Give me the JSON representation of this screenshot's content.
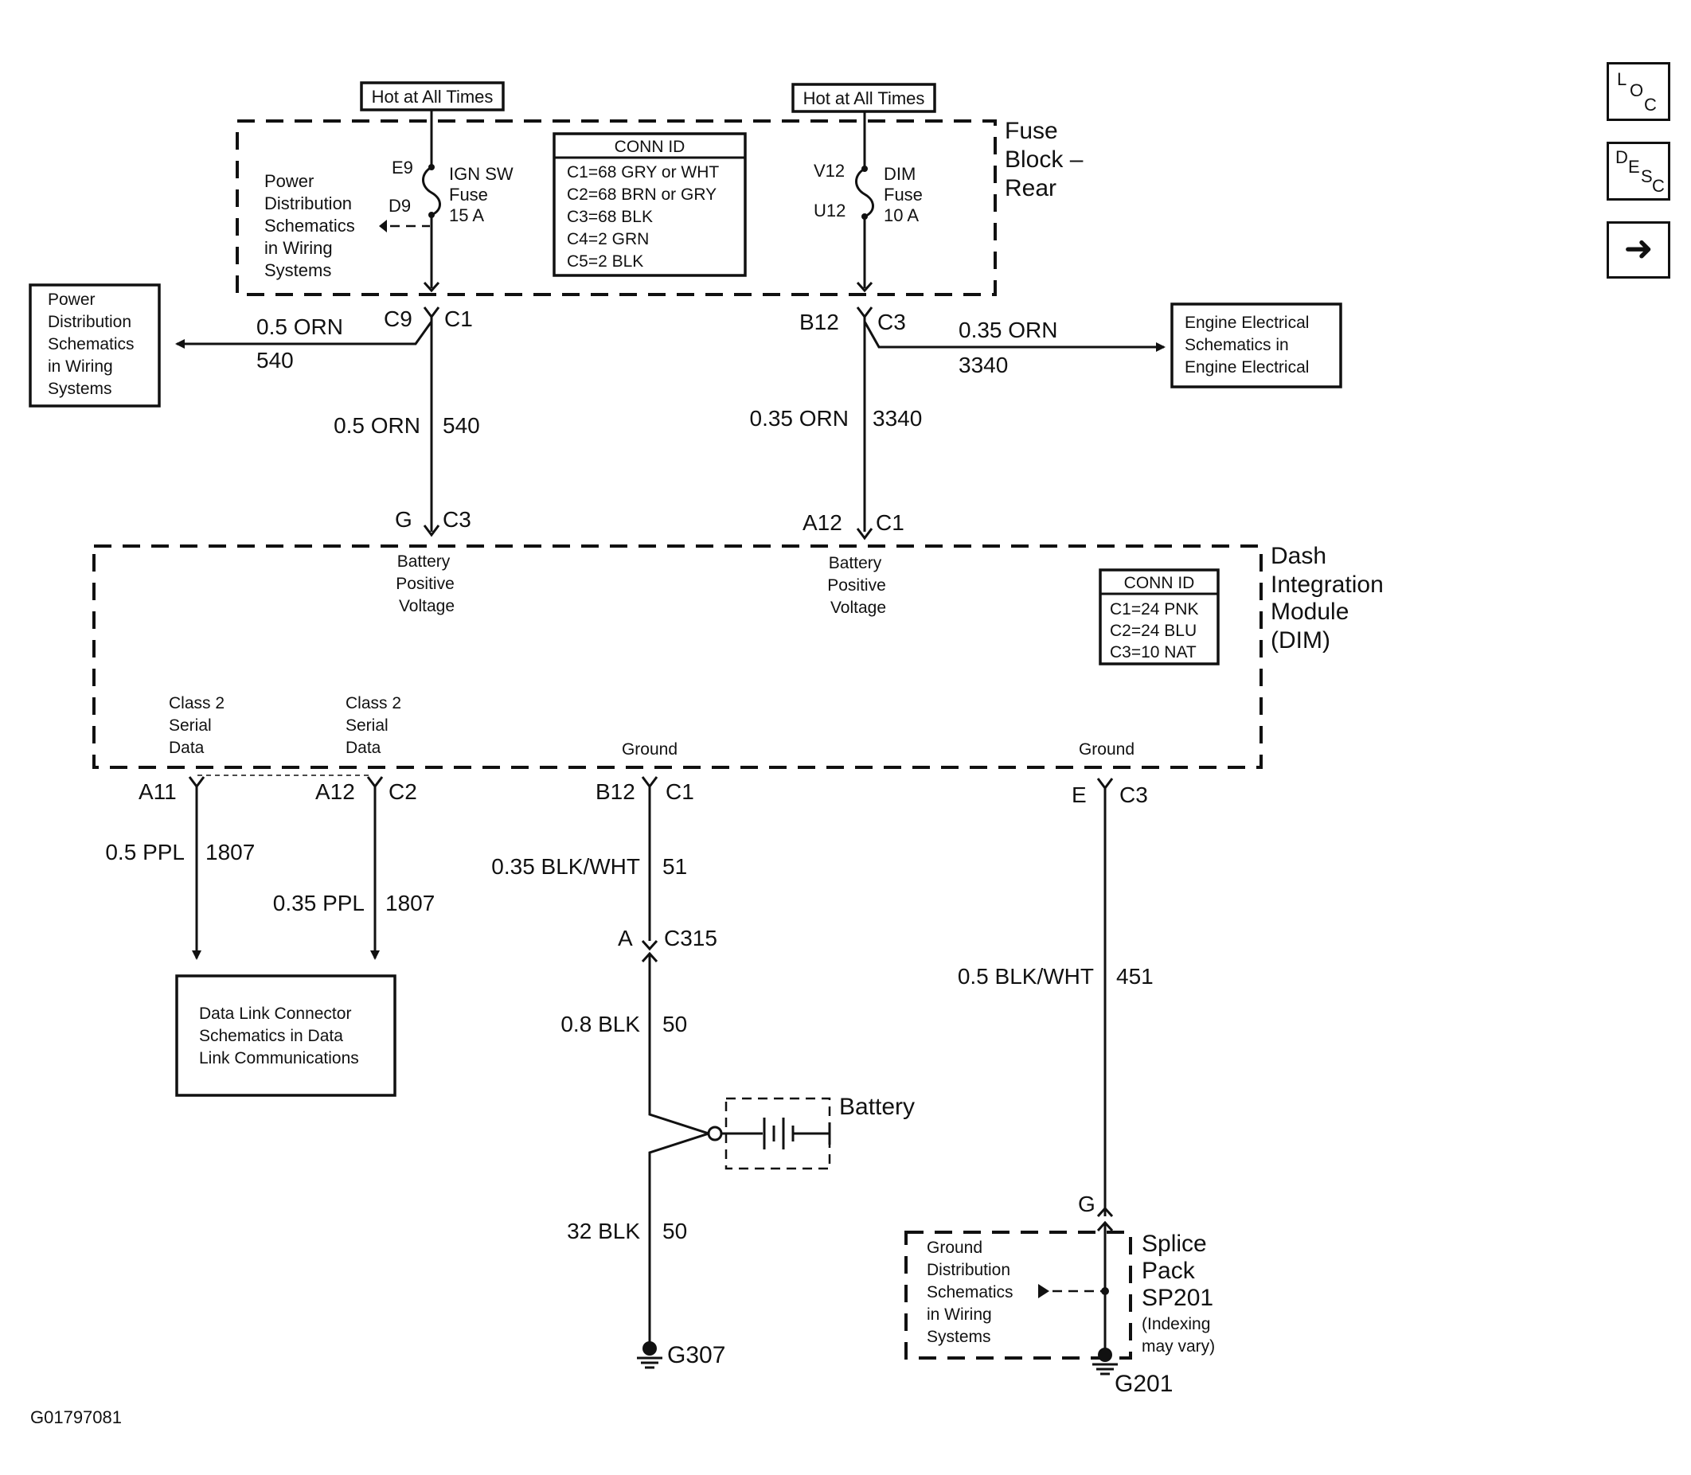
{
  "diagram": {
    "hot_left": "Hot at All Times",
    "hot_right": "Hot at All Times",
    "fuse_block_title": [
      "Fuse",
      "Block –",
      "Rear"
    ],
    "pds_inside": [
      "Power",
      "Distribution",
      "Schematics",
      "in Wiring",
      "Systems"
    ],
    "ign_fuse": {
      "pin_in": "E9",
      "pin_out": "D9",
      "label": [
        "IGN SW",
        "Fuse",
        "15 A"
      ]
    },
    "dim_fuse": {
      "pin_in": "V12",
      "pin_out": "U12",
      "label": [
        "DIM",
        "Fuse",
        "10 A"
      ]
    },
    "conn_id_fuse": {
      "title": "CONN ID",
      "rows": [
        "C1=68 GRY or WHT",
        "C2=68 BRN or GRY",
        "C3=68 BLK",
        "C4=2 GRN",
        "C5=2 BLK"
      ]
    },
    "left_conn": {
      "pin": "C9",
      "conn": "C1"
    },
    "right_conn": {
      "pin": "B12",
      "conn": "C3"
    },
    "pds_box": [
      "Power",
      "Distribution",
      "Schematics",
      "in Wiring",
      "Systems"
    ],
    "branch_left": {
      "wire": "0.5 ORN",
      "circuit": "540"
    },
    "branch_right": {
      "wire": "0.35 ORN",
      "circuit": "3340"
    },
    "engine_box": [
      "Engine Electrical",
      "Schematics in",
      "Engine Electrical"
    ],
    "wire_left": {
      "wire": "0.5 ORN",
      "circuit": "540"
    },
    "wire_right": {
      "wire": "0.35 ORN",
      "circuit": "3340"
    },
    "dim_in_left": {
      "pin": "G",
      "conn": "C3"
    },
    "dim_in_right": {
      "pin": "A12",
      "conn": "C1"
    },
    "dim_title": [
      "Dash",
      "Integration",
      "Module",
      "(DIM)"
    ],
    "batt_pos_left": [
      "Battery",
      "Positive",
      "Voltage"
    ],
    "batt_pos_right": [
      "Battery",
      "Positive",
      "Voltage"
    ],
    "conn_id_dim": {
      "title": "CONN ID",
      "rows": [
        "C1=24 PNK",
        "C2=24 BLU",
        "C3=10 NAT"
      ]
    },
    "class2_a": [
      "Class 2",
      "Serial",
      "Data"
    ],
    "class2_b": [
      "Class 2",
      "Serial",
      "Data"
    ],
    "ground_1": "Ground",
    "ground_2": "Ground",
    "out_a11": {
      "pin": "A11"
    },
    "out_a12": {
      "pin": "A12",
      "conn": "C2"
    },
    "out_b12": {
      "pin": "B12",
      "conn": "C1"
    },
    "out_e": {
      "pin": "E",
      "conn": "C3"
    },
    "wire_a11": {
      "wire": "0.5 PPL",
      "circuit": "1807"
    },
    "wire_a12": {
      "wire": "0.35 PPL",
      "circuit": "1807"
    },
    "dlc_box": [
      "Data Link Connector",
      "Schematics in Data",
      "Link Communications"
    ],
    "wire_51": {
      "wire": "0.35 BLK/WHT",
      "circuit": "51"
    },
    "c315": {
      "pin": "A",
      "conn": "C315"
    },
    "wire_50a": {
      "wire": "0.8 BLK",
      "circuit": "50"
    },
    "battery": "Battery",
    "wire_50b": {
      "wire": "32 BLK",
      "circuit": "50"
    },
    "g307": "G307",
    "wire_451": {
      "wire": "0.5 BLK/WHT",
      "circuit": "451"
    },
    "splice_pin": "G",
    "gds_box": [
      "Ground",
      "Distribution",
      "Schematics",
      "in Wiring",
      "Systems"
    ],
    "splice_title": [
      "Splice",
      "Pack",
      "SP201"
    ],
    "splice_note": [
      "(Indexing",
      "may vary)"
    ],
    "g201": "G201",
    "figure_id": "G01797081"
  },
  "nav": {
    "loc": [
      "L",
      "O",
      "C"
    ],
    "desc": [
      "D",
      "E",
      "S",
      "C"
    ],
    "next": "➜"
  }
}
